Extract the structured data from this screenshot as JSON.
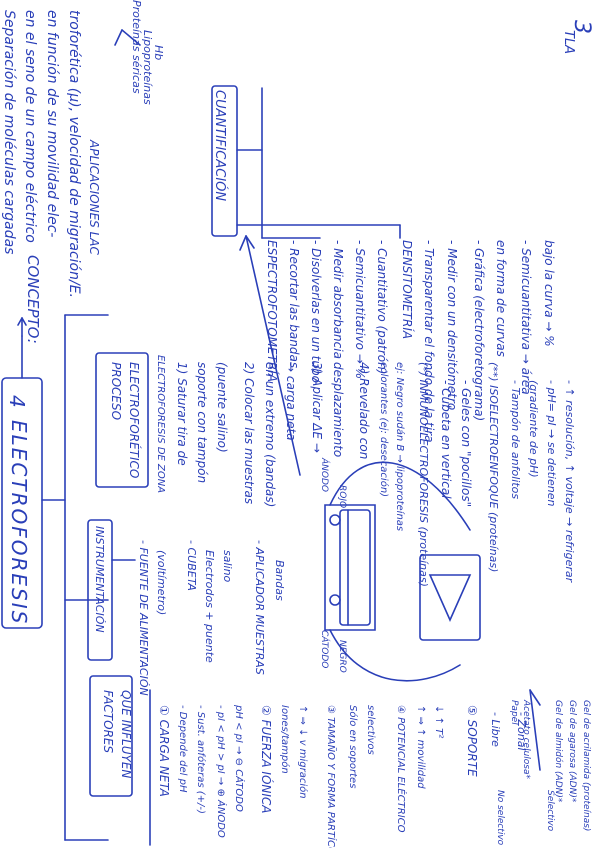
{
  "page_number": "3",
  "corner_mark": "TLA",
  "ink_color": "#2a3fb8",
  "title": "ELECTROFORESIS",
  "title_number": "4",
  "concept": {
    "label": "CONCEPTO:",
    "lines": [
      "Separación de moléculas cargadas",
      "en el seno de un campo eléctrico",
      "en función de su movilidad elec-",
      "troforética (μ), velocidad de migración/E."
    ],
    "applications_label": "APLICACIONES LAC",
    "applications": [
      "Proteínas séricas",
      "Lipoproteínas",
      "Hb"
    ]
  },
  "quantification": {
    "title": "CUANTIFICACIÓN",
    "spectro_title": "ESPECTROFOTOMETRÍA",
    "spectro_items": [
      "- Recortar las bandas",
      "- Disolverlas en un tubo",
      "- Medir absorbancia",
      "- Semicuantitativo → %",
      "- Cuantitativo (patrón)"
    ],
    "densito_title": "DENSITOMETRÍA",
    "densito_items": [
      "- Transparentar el fondo de la tira",
      "- Medir con un densitómetro",
      "- Gráfica (electroforetograma)",
      "  en forma de curvas",
      "- Semicuantitativa → área",
      "  bajo la curva → %"
    ]
  },
  "process": {
    "title_lines": [
      "PROCESO",
      "ELECTROFORÉTICO"
    ],
    "subtitle": "ELECTROFORESIS DE ZONA",
    "steps": [
      "1) Saturar tira de",
      "   soporte con tampón",
      "   (puente salino)",
      "2) Colocar las muestras",
      "   en un extremo (bandas)",
      "   → carga neta",
      "3) Aplicar ΔE →",
      "   desplazamiento",
      "4) Revelado con",
      "   colorantes (ej: desecación)",
      "   ej: Negro sudán B → lipoproteínas"
    ],
    "immuno_title": "(*) INMUNOELECTROFORESIS (proteínas)",
    "immuno_items": [
      "- Cubeta en vertical",
      "- Geles con \"pocillos\""
    ],
    "iso_title": "(**) ISOELECTROENFOQUE (proteínas)",
    "iso_items": [
      "- Tampón de anfolitos",
      "  (gradiente de pH)",
      "- pH= pI → se detienen",
      "- ↑ resolución, ↑ voltaje → refrigerar"
    ]
  },
  "instrumentation": {
    "title": "INSTRUMENTACIÓN",
    "items": [
      "- FUENTE DE ALIMENTACIÓN",
      "  (voltímetro)",
      "- CUBETA",
      "  Electrodos + puente",
      "  salino",
      "- APLICADOR MUESTRAS",
      "  Bandas"
    ],
    "anode": "ÁNODO",
    "cathode": "CÁTODO",
    "neg": "NEGRO",
    "pos": "ROJO"
  },
  "factors": {
    "title_lines": [
      "FACTORES",
      "QUE INFLUYEN"
    ],
    "f1_title": "① CARGA NETA",
    "f1_items": [
      "- Depende del pH",
      "- Sust. anfóteras (+/-)",
      "- pI < pH > pI → ⊕ ÁNODO",
      "  pH < pI → ⊖ CÁTODO"
    ],
    "f2_title": "② FUERZA IÓNICA",
    "f2_items": [
      "Iones/tampón",
      "↑ ⇒ ↓ v migración"
    ],
    "f3_title": "③ TAMAÑO Y FORMA PARTÍCULAS",
    "f3_items": [
      "Sólo en soportes",
      "selectivos"
    ],
    "f4_title": "④ POTENCIAL ELÉCTRICO",
    "f4_items": [
      "↑ ⇒ ↑ movilidad",
      "↓ ↑ T²"
    ],
    "f5_title": "⑤ SOPORTE",
    "f5_items": [
      "- Libre",
      "- Zonal",
      "No selectivo",
      "Selectivo"
    ],
    "supports_ns": [
      "Papel",
      "Acetato celulosa*"
    ],
    "supports_s": [
      "Gel de almidón (ADN)*",
      "Gel de agarosa (ADN)*",
      "Gel de acrilamida (proteínas)"
    ]
  }
}
